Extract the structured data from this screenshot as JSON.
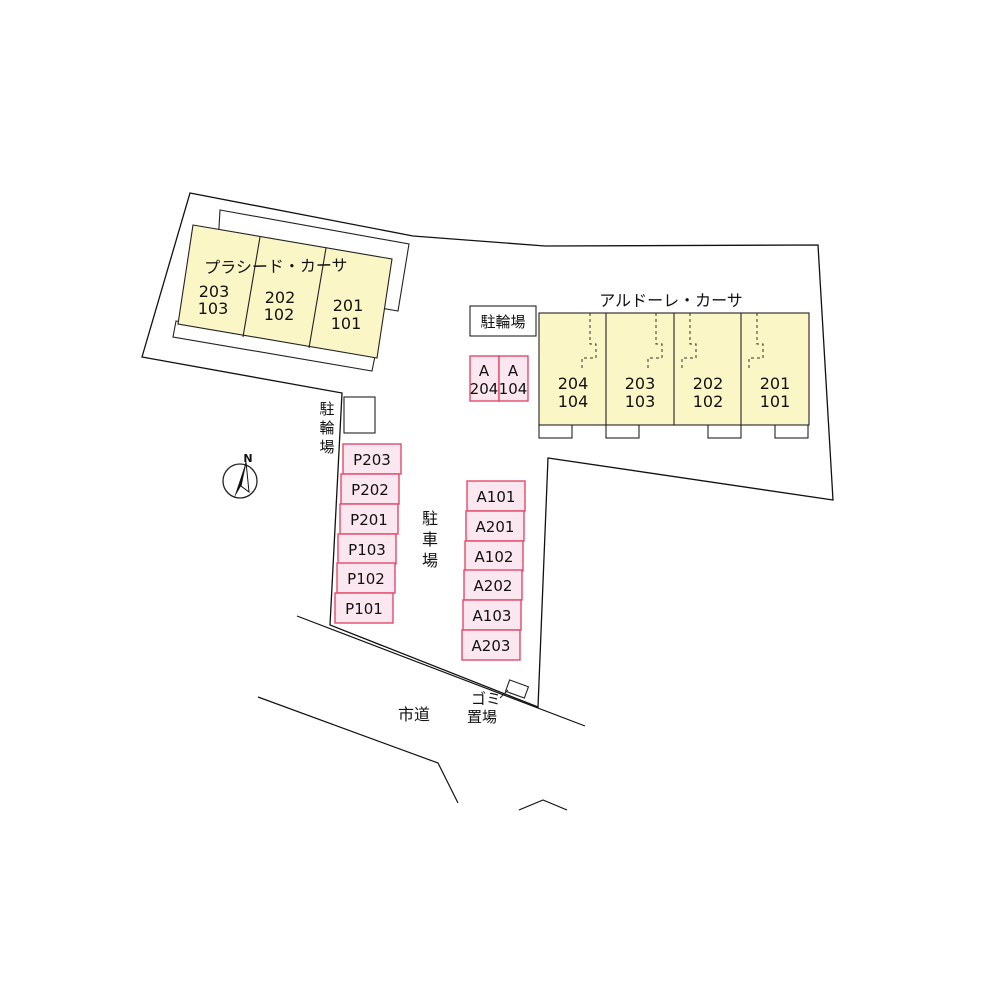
{
  "buildings": {
    "west": {
      "name": "プラシード・カーサ",
      "units": [
        {
          "upper": "203",
          "lower": "103"
        },
        {
          "upper": "202",
          "lower": "102"
        },
        {
          "upper": "201",
          "lower": "101"
        }
      ]
    },
    "east": {
      "name": "アルドーレ・カーサ",
      "units": [
        {
          "upper": "204",
          "lower": "104"
        },
        {
          "upper": "203",
          "lower": "103"
        },
        {
          "upper": "202",
          "lower": "102"
        },
        {
          "upper": "201",
          "lower": "101"
        }
      ]
    }
  },
  "bicycle_parking_east": "駐輪場",
  "bicycle_parking_west": [
    "駐",
    "輪",
    "場"
  ],
  "parking_lot_label": [
    "駐",
    "車",
    "場"
  ],
  "spaces_top": [
    {
      "top": "A",
      "bottom": "204"
    },
    {
      "top": "A",
      "bottom": "104"
    }
  ],
  "spaces_p": [
    "P203",
    "P202",
    "P201",
    "P103",
    "P102",
    "P101"
  ],
  "spaces_a": [
    "A101",
    "A201",
    "A102",
    "A202",
    "A103",
    "A203"
  ],
  "road_label": "市道",
  "garbage_label": [
    "ゴミ",
    "置場"
  ],
  "compass_label": "N",
  "colors": {
    "building_fill": "#fbf6c6",
    "parking_fill": "#fbe7ef",
    "parking_stroke": "#e34a6a"
  }
}
